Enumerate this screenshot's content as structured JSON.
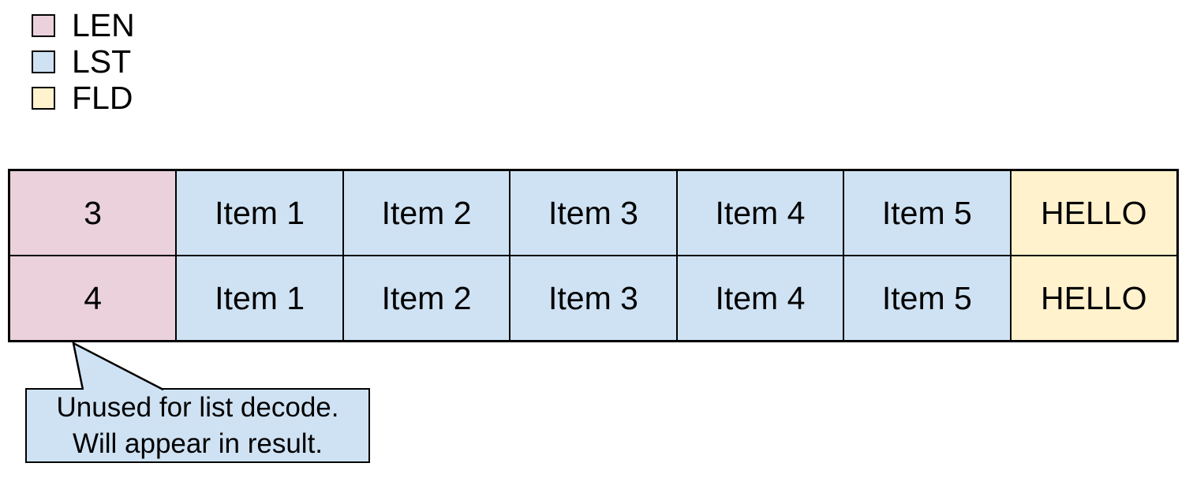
{
  "colors": {
    "len": "#ead1dc",
    "lst": "#cfe2f3",
    "fld": "#fff2cc",
    "line": "#000000",
    "text": "#000000",
    "background": "#ffffff"
  },
  "legend": {
    "items": [
      {
        "label": "LEN",
        "color_key": "len"
      },
      {
        "label": "LST",
        "color_key": "lst"
      },
      {
        "label": "FLD",
        "color_key": "fld"
      }
    ]
  },
  "table": {
    "rows": [
      {
        "cells": [
          {
            "text": "3",
            "type": "len"
          },
          {
            "text": "Item 1",
            "type": "lst"
          },
          {
            "text": "Item 2",
            "type": "lst"
          },
          {
            "text": "Item 3",
            "type": "lst"
          },
          {
            "text": "Item 4",
            "type": "lst"
          },
          {
            "text": "Item 5",
            "type": "lst"
          },
          {
            "text": "HELLO",
            "type": "fld"
          }
        ]
      },
      {
        "cells": [
          {
            "text": "4",
            "type": "len"
          },
          {
            "text": "Item 1",
            "type": "lst"
          },
          {
            "text": "Item 2",
            "type": "lst"
          },
          {
            "text": "Item 3",
            "type": "lst"
          },
          {
            "text": "Item 4",
            "type": "lst"
          },
          {
            "text": "Item 5",
            "type": "lst"
          },
          {
            "text": "HELLO",
            "type": "fld"
          }
        ]
      }
    ]
  },
  "callout": {
    "lines": [
      "Unused for list decode.",
      "Will appear in result."
    ]
  }
}
